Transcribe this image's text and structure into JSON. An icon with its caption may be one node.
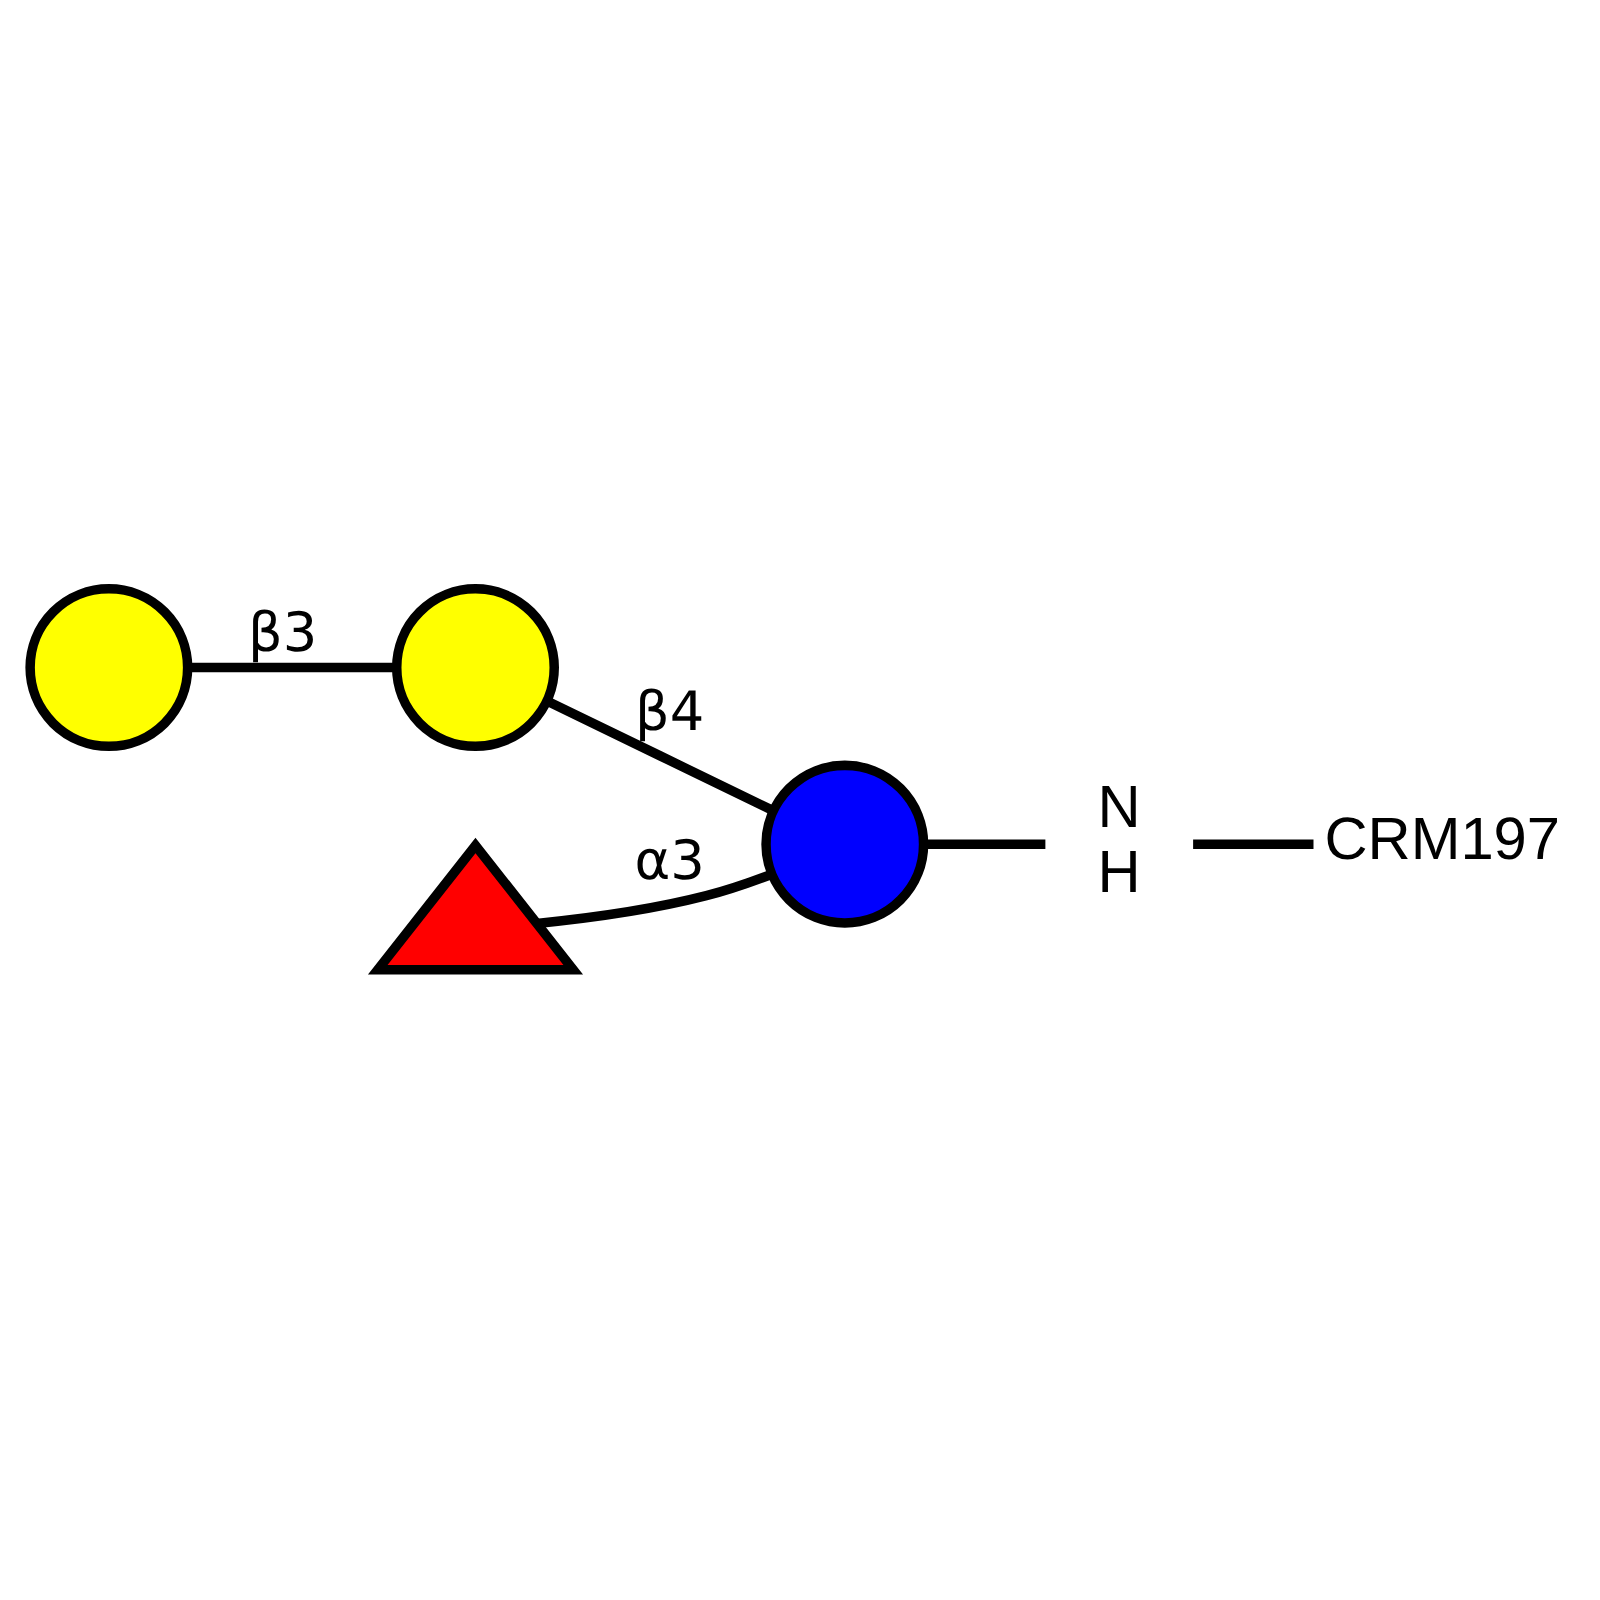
{
  "diagram": {
    "nodes": [
      {
        "text": [],
        "shape": "circle"
      },
      {
        "text": [],
        "shape": "circle"
      },
      {
        "text": [],
        "shape": "circle"
      },
      {
        "text": [],
        "shape": "triangle"
      },
      {
        "text": [
          "N",
          "H"
        ]
      },
      {
        "text": [
          "CRM197"
        ]
      }
    ],
    "edges": [
      {
        "from": 0,
        "to": 1,
        "arrow": "none",
        "label": "β3"
      },
      {
        "from": 1,
        "to": 2,
        "arrow": "none",
        "label": "β4"
      },
      {
        "from": 3,
        "to": 2,
        "arrow": "none",
        "label": "α3"
      },
      {
        "from": 2,
        "to": 4,
        "arrow": "none"
      },
      {
        "from": 4,
        "to": 5,
        "arrow": "none"
      }
    ]
  }
}
